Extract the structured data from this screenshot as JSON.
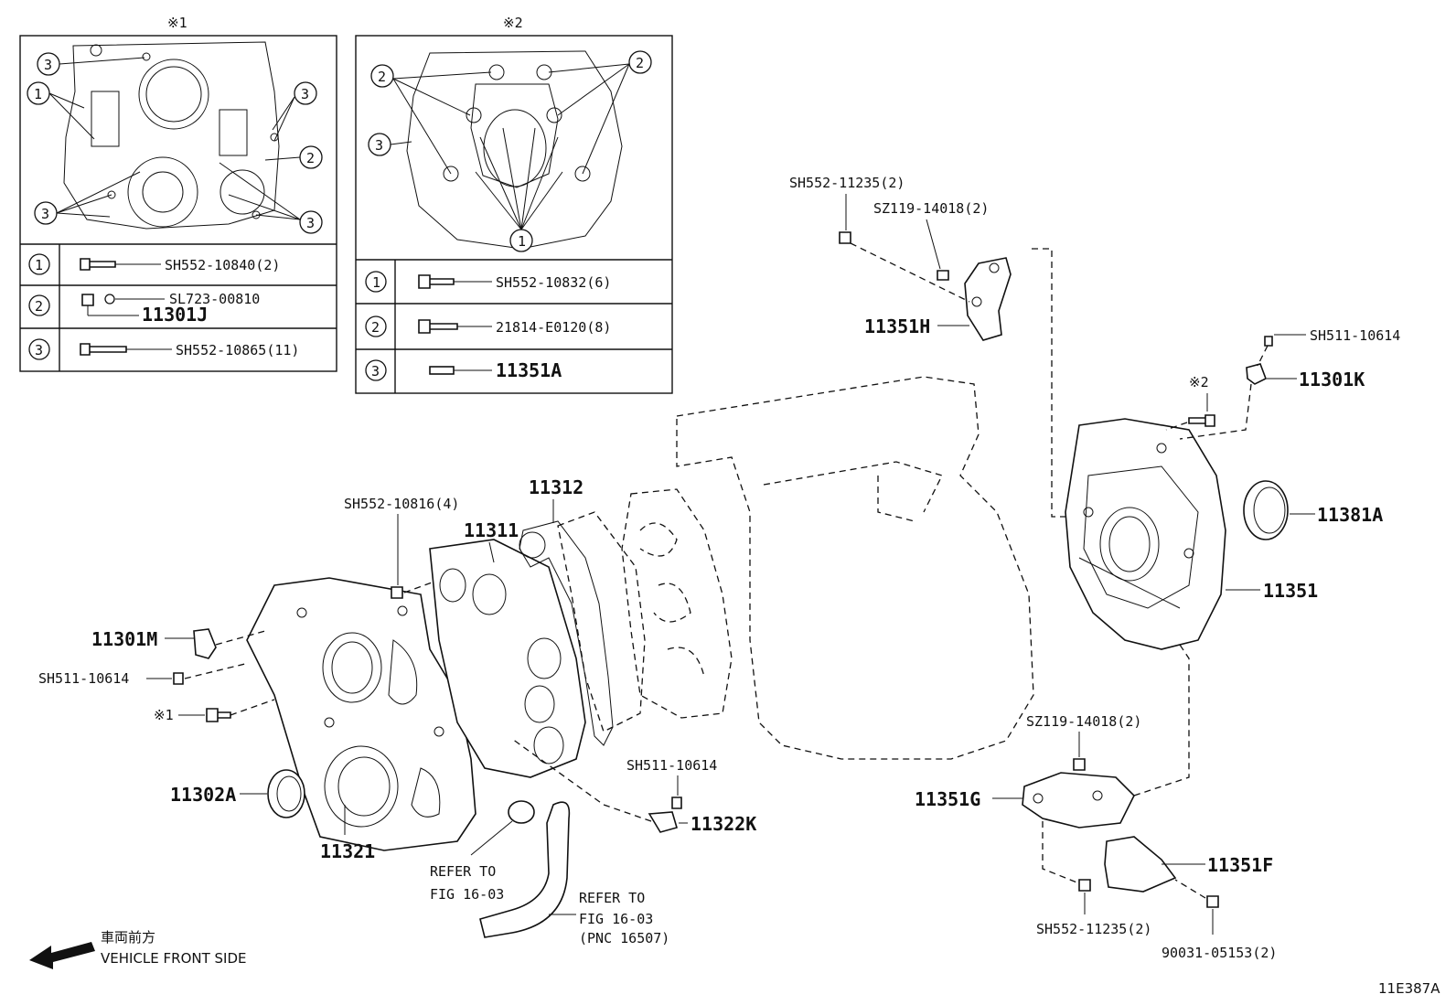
{
  "inset1": {
    "title": "※1",
    "rows": [
      {
        "num": "1",
        "part": "SH552-10840(2)"
      },
      {
        "num": "2",
        "part": "SL723-00810",
        "part2": "11301J"
      },
      {
        "num": "3",
        "part": "SH552-10865(11)"
      }
    ]
  },
  "inset2": {
    "title": "※2",
    "rows": [
      {
        "num": "1",
        "part": "SH552-10832(6)"
      },
      {
        "num": "2",
        "part": "21814-E0120(8)"
      },
      {
        "num": "3",
        "part": "11351A"
      }
    ]
  },
  "labels": {
    "sh552_11235_top": "SH552-11235(2)",
    "sz119_14018_top": "SZ119-14018(2)",
    "p11351h": "11351H",
    "sh511_10614_right": "SH511-10614",
    "p11301k": "11301K",
    "ref2": "※2",
    "p11381a": "11381A",
    "p11351": "11351",
    "sh552_10816": "SH552-10816(4)",
    "p11312": "11312",
    "p11311": "11311",
    "p11301m": "11301M",
    "sh511_10614_left": "SH511-10614",
    "ref1": "※1",
    "p11302a": "11302A",
    "p11321": "11321",
    "sh511_10614_mid": "SH511-10614",
    "p11322k": "11322K",
    "refer1_a": "REFER TO",
    "refer1_b": "FIG 16-03",
    "refer2_a": "REFER TO",
    "refer2_b": "FIG 16-03",
    "refer2_c": "(PNC 16507)",
    "sz119_14018_bot": "SZ119-14018(2)",
    "p11351g": "11351G",
    "p11351f": "11351F",
    "sh552_11235_bot": "SH552-11235(2)",
    "p90031": "90031-05153(2)",
    "front_jp": "車両前方",
    "front_en": "VEHICLE FRONT SIDE",
    "fig_code": "11E387A"
  }
}
